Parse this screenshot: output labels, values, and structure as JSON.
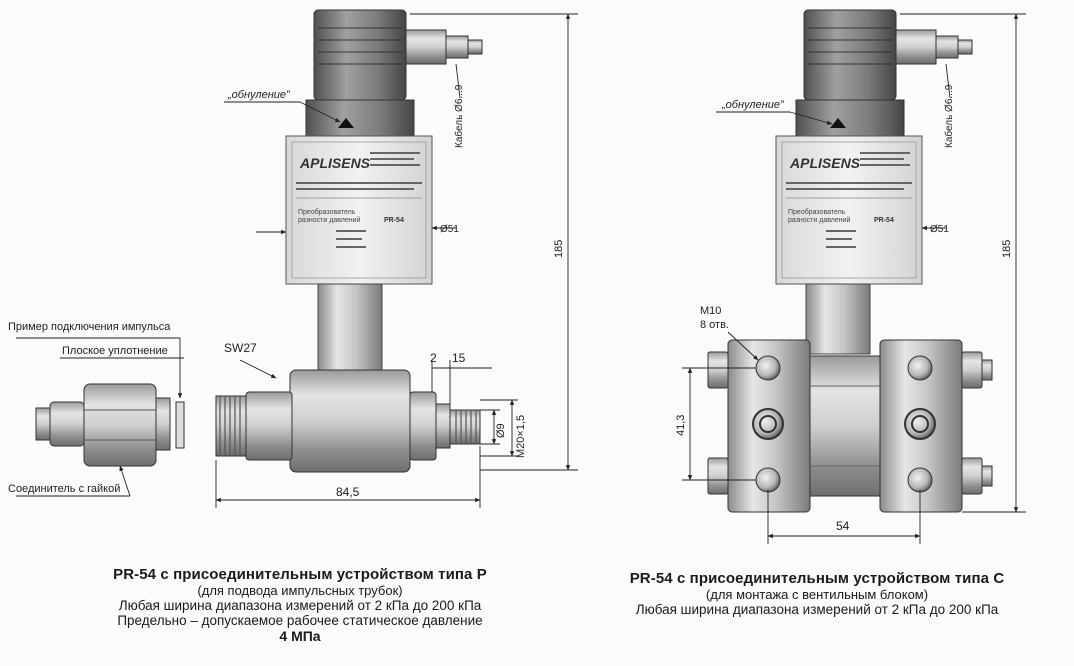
{
  "left": {
    "labels": {
      "zeroing": "„обнуление”",
      "cable": "Кабель Ø6...9",
      "dim_height": "185",
      "dim_body": "Ø51",
      "impulse_example": "Пример подключения импульса",
      "flat_seal": "Плоское уплотнение",
      "connector_nut": "Соединитель с гайкой",
      "sw": "SW27",
      "dim_2": "2",
      "dim_15": "15",
      "dim_d9": "Ø9",
      "dim_thread": "M20×1,5",
      "dim_length": "84,5"
    },
    "plate": {
      "brand": "APLISENS",
      "text1": "Преобразователь",
      "text2": "разности давлений",
      "model": "PR-54"
    },
    "caption": {
      "title": "PR-54 с присоединительным устройством типа P",
      "subtitle": "(для подвода импульсных трубок)",
      "line1": "Любая ширина диапазона измерений от 2 кПа до 200 кПа",
      "line2": "Предельно – допускаемое рабочее статическое давление",
      "line3": "4 МПа"
    }
  },
  "right": {
    "labels": {
      "zeroing": "„обнуление”",
      "cable": "Кабель Ø6...9",
      "dim_height": "185",
      "dim_body": "Ø51",
      "bolt": "M10",
      "holes": "8 отв.",
      "dim_413": "41,3",
      "dim_54": "54"
    },
    "plate": {
      "brand": "APLISENS",
      "text1": "Преобразователь",
      "text2": "разности давлений",
      "model": "PR-54"
    },
    "caption": {
      "title": "PR-54 с присоединительным устройством типа C",
      "subtitle": "(для монтажа с вентильным блоком)",
      "line1": "Любая ширина диапазона измерений от 2 кПа до 200 кПа"
    }
  }
}
